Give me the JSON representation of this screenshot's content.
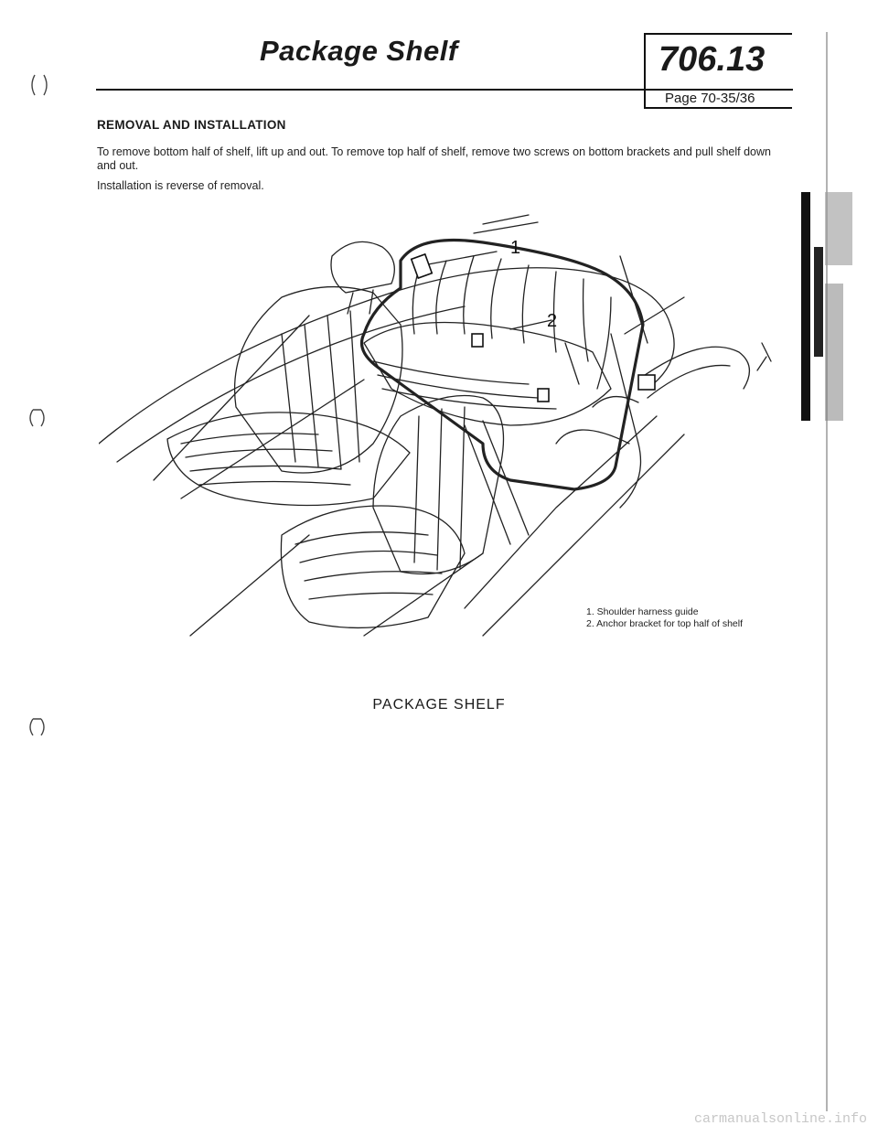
{
  "header": {
    "title": "Package Shelf",
    "section_number": "706.13",
    "page_ref": "Page 70-35/36"
  },
  "body": {
    "heading": "REMOVAL AND INSTALLATION",
    "paragraph1": "To remove bottom half of shelf, lift up and out. To remove top half of shelf, remove two screws on bottom brackets and pull shelf down and out.",
    "paragraph2": "Installation is reverse of removal."
  },
  "figure": {
    "callouts": [
      "1",
      "2"
    ],
    "legend": [
      "1. Shoulder harness guide",
      "2. Anchor bracket for top half of shelf"
    ],
    "caption": "PACKAGE SHELF"
  },
  "watermark": "carmanualsonline.info"
}
